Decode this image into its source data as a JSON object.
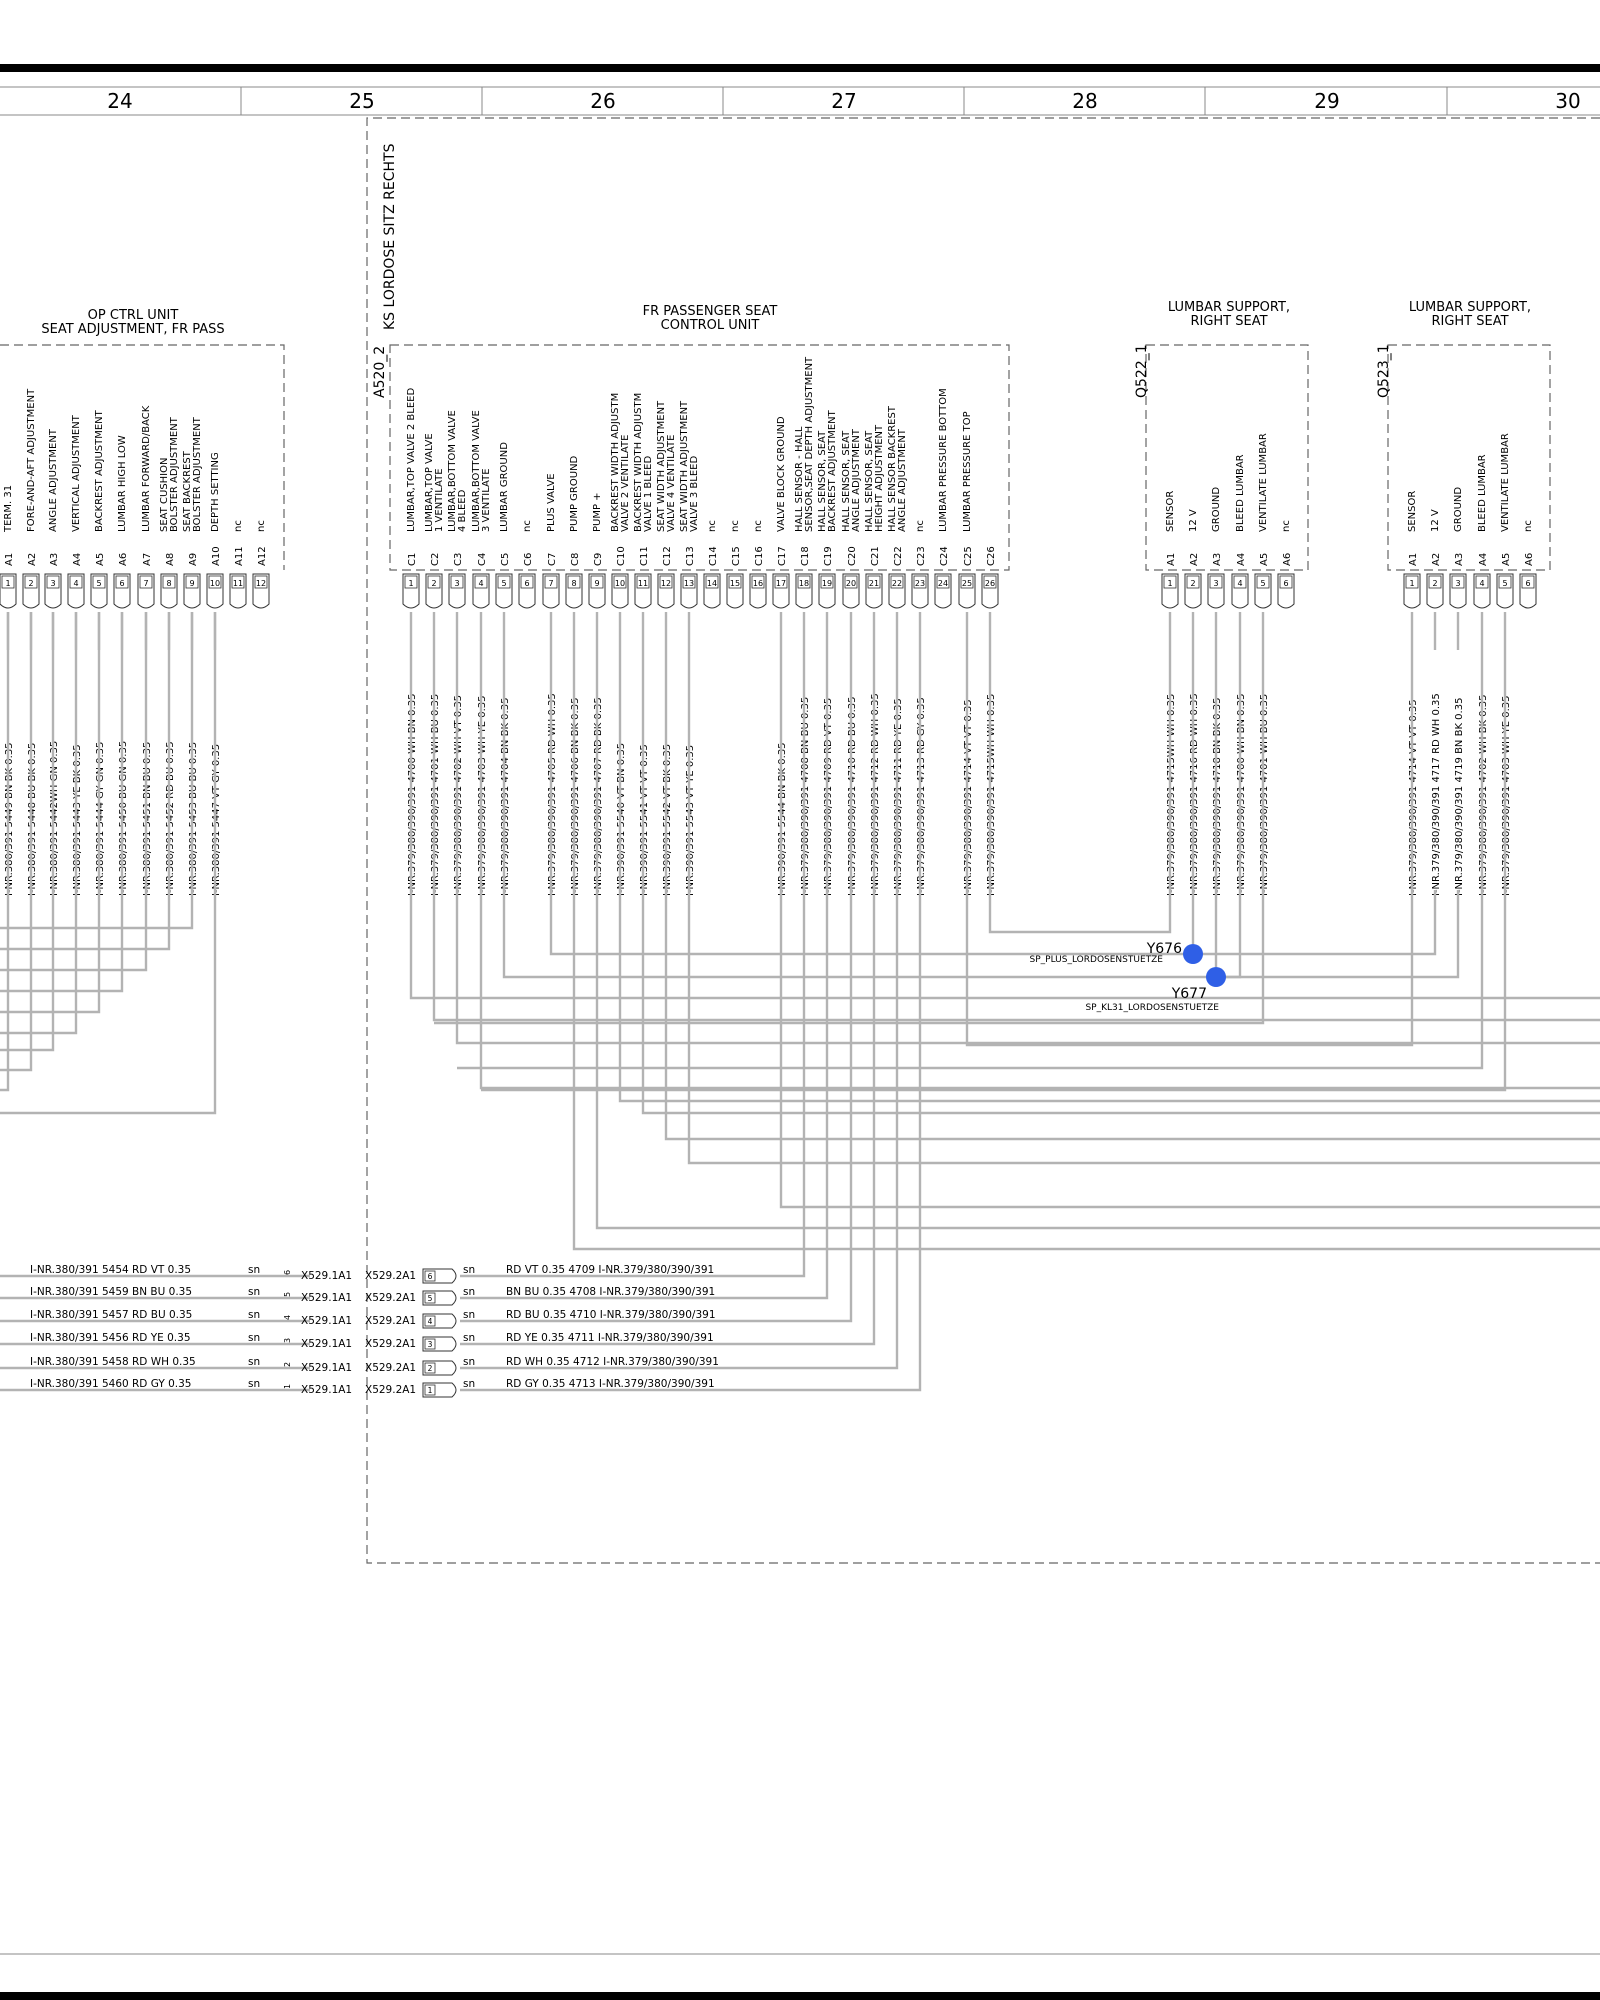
{
  "columns": [
    "24",
    "25",
    "26",
    "27",
    "28",
    "29",
    "30"
  ],
  "op_unit": {
    "title1": "OP CTRL UNIT",
    "title2": "SEAT ADJUSTMENT, FR PASS",
    "functions": [
      "TERM. 31",
      "FORE-AND-AFT ADJUSTMENT",
      "ANGLE ADJUSTMENT",
      "VERTICAL ADJUSTMENT",
      "BACKREST ADJUSTMENT",
      "LUMBAR HIGH LOW",
      "LUMBAR FORWARD/BACK",
      "SEAT CUSHION BOLSTER ADJUSTMENT",
      "SEAT BACKREST BOLSTER ADJUSTMENT",
      "DEPTH SETTING",
      "nc",
      "nc"
    ],
    "pins": [
      "A1",
      "A2",
      "A3",
      "A4",
      "A5",
      "A6",
      "A7",
      "A8",
      "A9",
      "A10",
      "A11",
      "A12"
    ],
    "tabs": [
      "1",
      "2",
      "3",
      "4",
      "5",
      "6",
      "7",
      "8",
      "9",
      "10",
      "11",
      "12"
    ],
    "wires": [
      "I-NR.380/391 5449 BN BK 0.35",
      "I-NR.380/391 5448 BU BK 0.35",
      "I-NR.380/391 5442WH GN 0.35",
      "I-NR.380/391 5443 YE BK 0.35",
      "I-NR.380/391 5444 GY GN 0.35",
      "I-NR.380/391 5450 BU GN 0.35",
      "I-NR.380/391 5451 BN BU 0.35",
      "I-NR.380/391 5452 RD BU 0.35",
      "I-NR.380/391 5453 BU BU 0.35",
      "I-NR.380/391 5447 VT GY 0.35"
    ]
  },
  "ks_label": "KS LORDOSE SITZ RECHTS",
  "a520": {
    "id": "A520_2",
    "title1": "FR PASSENGER SEAT",
    "title2": "CONTROL UNIT",
    "functions": [
      "LUMBAR,TOP VALVE 2 BLEED",
      "LUMBAR,TOP VALVE 1 VENTILATE",
      "LUMBAR,BOTTOM VALVE 4 BLEED",
      "LUMBAR,BOTTOM VALVE 3 VENTILATE",
      "LUMBAR GROUND",
      "nc",
      "PLUS VALVE",
      "PUMP GROUND",
      "PUMP +",
      "BACKREST WIDTH ADJUSTM VALVE 2 VENTILATE",
      "BACKREST WIDTH ADJUSTM VALVE 1 BLEED",
      "SEAT WIDTH ADJUSTMENT VALVE 4 VENTILATE",
      "SEAT WIDTH ADJUSTMENT VALVE 3 BLEED",
      "nc",
      "nc",
      "nc",
      "VALVE BLOCK GROUND",
      "HALL SENSOR - HALL SENSOR,SEAT DEPTH ADJUSTMENT",
      "HALL SENSOR, SEAT BACKREST ADJUSTMENT",
      "HALL SENSOR, SEAT ANGLE ADJUSTMENT",
      "HALL SENSOR, SEAT HEIGHT ADJUSTMENT",
      "HALL SENSOR BACKREST ANGLE ADJUSTMENT",
      "nc",
      "LUMBAR PRESSURE BOTTOM",
      "LUMBAR PRESSURE TOP"
    ],
    "pins": [
      "C1",
      "C2",
      "C3",
      "C4",
      "C5",
      "C6",
      "C7",
      "C8",
      "C9",
      "C10",
      "C11",
      "C12",
      "C13",
      "C14",
      "C15",
      "C16",
      "C17",
      "C18",
      "C19",
      "C20",
      "C21",
      "C22",
      "C23",
      "C24",
      "C25",
      "C26"
    ],
    "tabs": [
      "1",
      "2",
      "3",
      "4",
      "5",
      "6",
      "7",
      "8",
      "9",
      "10",
      "11",
      "12",
      "13",
      "14",
      "15",
      "16",
      "17",
      "18",
      "19",
      "20",
      "21",
      "22",
      "23",
      "24",
      "25",
      "26"
    ],
    "wires": [
      "I-NR.379/380/390/391 4700 WH BN 0.35",
      "I-NR.379/380/390/391 4701 WH BU 0.35",
      "I-NR.379/380/390/391 4702 WH VT 0.35",
      "I-NR.379/380/390/391 4703 WH YE 0.35",
      "I-NR.379/380/390/391 4704 BN BK 0.35",
      "",
      "I-NR.379/380/390/391 4705 RD WH 0.35",
      "I-NR.379/380/390/391 4706 BN BK 0.35",
      "I-NR.379/380/390/391 4707 RD BK 0.35",
      "I-NR.390/391 5540 VT BN 0.35",
      "I-NR.390/391 5541 VT VT 0.35",
      "I-NR.390/391 5542 VT BK 0.35",
      "I-NR.390/391 5543 VT YE 0.35",
      "",
      "",
      "",
      "I-NR.390/391 5544 BN BK 0.35",
      "I-NR.379/380/390/391 4708 BN BU 0.35",
      "I-NR.379/380/390/391 4709 RD VT 0.35",
      "I-NR.379/380/390/391 4710 RD BU 0.35",
      "I-NR.379/380/390/391 4712 RD WH 0.35",
      "I-NR.379/380/390/391 4711 RD YE 0.35",
      "I-NR.379/380/390/391 4713 RD GY 0.35",
      "",
      "I-NR.379/380/390/391 4714 VT VT 0.35",
      "I-NR.379/380/390/391 4715WH WH 0.35"
    ]
  },
  "q522": {
    "id": "Q522_1",
    "title1": "LUMBAR SUPPORT,",
    "title2": "RIGHT SEAT",
    "functions": [
      "SENSOR",
      "12 V",
      "GROUND",
      "BLEED LUMBAR",
      "VENTILATE LUMBAR",
      "nc"
    ],
    "pins": [
      "A1",
      "A2",
      "A3",
      "A4",
      "A5",
      "A6"
    ],
    "tabs": [
      "1",
      "2",
      "3",
      "4",
      "5",
      "6"
    ],
    "wires": [
      "I-NR.379/380/390/391 4715WH WH 0.35",
      "I-NR.379/380/390/391 4716 RD WH 0.35",
      "I-NR.379/380/390/391 4718 BN BK 0.35",
      "I-NR.379/380/390/391 4700 WH BN 0.35",
      "I-NR.379/380/390/391 4701 WH BU 0.35"
    ]
  },
  "q523": {
    "id": "Q523_1",
    "title1": "LUMBAR SUPPORT,",
    "title2": "RIGHT SEAT",
    "functions": [
      "SENSOR",
      "12 V",
      "GROUND",
      "BLEED LUMBAR",
      "VENTILATE LUMBAR",
      "nc"
    ],
    "pins": [
      "A1",
      "A2",
      "A3",
      "A4",
      "A5",
      "A6"
    ],
    "tabs": [
      "1",
      "2",
      "3",
      "4",
      "5",
      "6"
    ],
    "wires": [
      "I-NR.379/380/390/391 4714 VT VT 0.35",
      "I-NR.379/380/390/391 4717 RD WH 0.35",
      "I-NR.379/380/390/391 4719 BN BK 0.35",
      "I-NR.379/380/390/391 4702 WH BK 0.35",
      "I-NR.379/380/390/391 4703 WH YE 0.35"
    ]
  },
  "splices": [
    {
      "id": "Y676",
      "label": "SP_PLUS_LORDOSENSTUETZE",
      "color": "#2f5fe6"
    },
    {
      "id": "Y677",
      "label": "SP_KL31_LORDOSENSTUETZE",
      "color": "#2f5fe6"
    }
  ],
  "connector_rows": [
    {
      "left": "I-NR.380/391  5454  RD VT 0.35",
      "pin": "6",
      "c1": "X529.1A1",
      "c2": "X529.2A1",
      "right": "RD VT 0.35  4709  I-NR.379/380/390/391"
    },
    {
      "left": "I-NR.380/391  5459  BN BU 0.35",
      "pin": "5",
      "c1": "X529.1A1",
      "c2": "X529.2A1",
      "right": "BN BU 0.35  4708  I-NR.379/380/390/391"
    },
    {
      "left": "I-NR.380/391  5457  RD BU 0.35",
      "pin": "4",
      "c1": "X529.1A1",
      "c2": "X529.2A1",
      "right": "RD BU 0.35  4710  I-NR.379/380/390/391"
    },
    {
      "left": "I-NR.380/391  5456  RD YE 0.35",
      "pin": "3",
      "c1": "X529.1A1",
      "c2": "X529.2A1",
      "right": "RD YE 0.35  4711  I-NR.379/380/390/391"
    },
    {
      "left": "I-NR.380/391  5458  RD WH 0.35",
      "pin": "2",
      "c1": "X529.1A1",
      "c2": "X529.2A1",
      "right": "RD WH 0.35  4712  I-NR.379/380/390/391"
    },
    {
      "left": "I-NR.380/391  5460  RD GY 0.35",
      "pin": "1",
      "c1": "X529.1A1",
      "c2": "X529.2A1",
      "right": "RD GY 0.35  4713  I-NR.379/380/390/391"
    }
  ],
  "sn_label": "sn"
}
